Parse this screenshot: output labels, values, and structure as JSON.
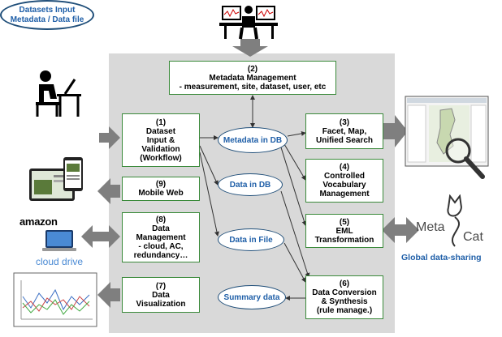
{
  "boxes": {
    "b2": {
      "num": "(2)",
      "l1": "Metadata Management",
      "l2": "- measurement, site, dataset, user, etc"
    },
    "b1": {
      "num": "(1)",
      "l1": "Dataset",
      "l2": "Input &",
      "l3": "Validation",
      "l4": "(Workflow)"
    },
    "b9": {
      "num": "(9)",
      "l1": "Mobile Web"
    },
    "b8": {
      "num": "(8)",
      "l1": "Data",
      "l2": "Management",
      "l3": "- cloud, AC,",
      "l4": "redundancy…"
    },
    "b7": {
      "num": "(7)",
      "l1": "Data",
      "l2": "Visualization"
    },
    "b3": {
      "num": "(3)",
      "l1": "Facet, Map,",
      "l2": "Unified Search"
    },
    "b4": {
      "num": "(4)",
      "l1": "Controlled",
      "l2": "Vocabulary",
      "l3": "Management"
    },
    "b5": {
      "num": "(5)",
      "l1": "EML",
      "l2": "Transformation"
    },
    "b6": {
      "num": "(6)",
      "l1": "Data Conversion",
      "l2": "& Synthesis",
      "l3": "(rule manage.)"
    }
  },
  "ellipses": {
    "metadata_db": "Metadata in DB",
    "data_db": "Data in DB",
    "data_file": "Data in File",
    "summary": "Summary data"
  },
  "input": {
    "l1": "Datasets Input",
    "l2": "Metadata / Data file"
  },
  "amazon": {
    "brand": "amazon",
    "service": "cloud drive"
  },
  "metacat": {
    "meta": "Meta",
    "cat": "Cat",
    "caption": "Global data-sharing"
  },
  "colors": {
    "panel": "#d9d9d9",
    "box_border": "#3a8a3a",
    "ellipse_border": "#1f4e79",
    "ellipse_text": "#1f5fa8",
    "arrow": "#7f7f7f"
  }
}
